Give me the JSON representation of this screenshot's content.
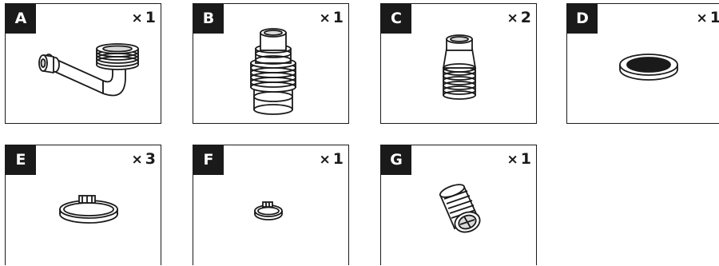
{
  "parts": [
    {
      "id": "part-a",
      "letter": "A",
      "qty_symbol": "×",
      "qty": "1",
      "icon": "elbow-pipe-icon"
    },
    {
      "id": "part-b",
      "letter": "B",
      "qty_symbol": "×",
      "qty": "1",
      "icon": "threaded-adapter-icon"
    },
    {
      "id": "part-c",
      "letter": "C",
      "qty_symbol": "×",
      "qty": "2",
      "icon": "hose-connector-icon"
    },
    {
      "id": "part-d",
      "letter": "D",
      "qty_symbol": "×",
      "qty": "1",
      "icon": "washer-icon"
    },
    {
      "id": "part-e",
      "letter": "E",
      "qty_symbol": "×",
      "qty": "3",
      "icon": "large-hose-clamp-icon"
    },
    {
      "id": "part-f",
      "letter": "F",
      "qty_symbol": "×",
      "qty": "1",
      "icon": "small-hose-clamp-icon"
    },
    {
      "id": "part-g",
      "letter": "G",
      "qty_symbol": "×",
      "qty": "1",
      "icon": "strainer-insert-icon"
    }
  ],
  "colors": {
    "ink": "#1a1a1a",
    "paper": "#ffffff",
    "shade": "#d9d9d9",
    "dark_fill": "#1a1a1a"
  }
}
